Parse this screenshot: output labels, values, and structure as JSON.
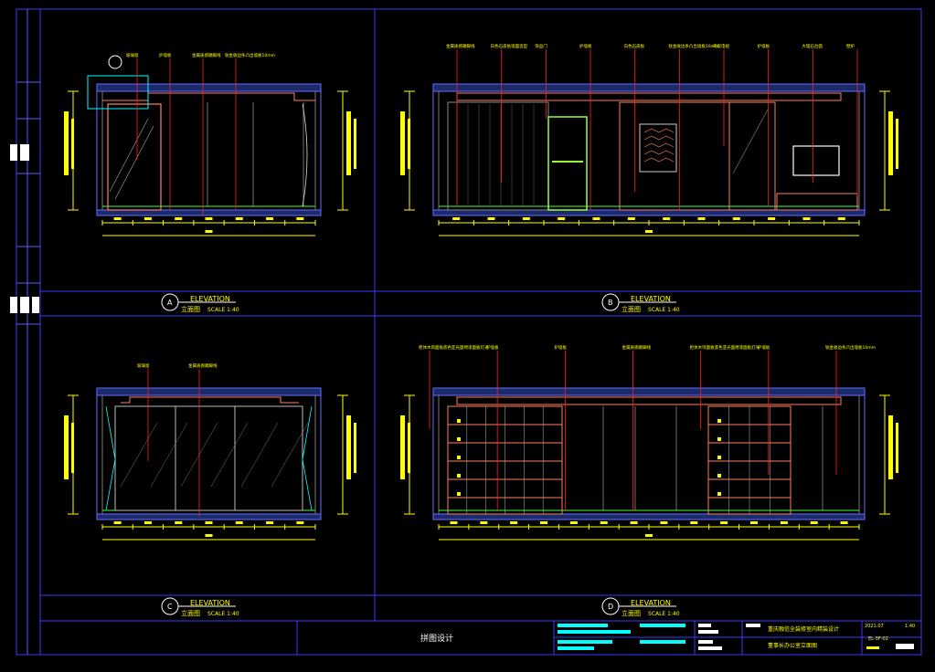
{
  "elevations": [
    {
      "id": "A",
      "title": "ELEVATION",
      "subtitle": "立面图",
      "scale": "SCALE 1:40",
      "annotations": [
        "玻璃窗",
        "护墙板",
        "金属质感踢脚线",
        "钛金收边条凸出墙板10mm"
      ]
    },
    {
      "id": "B",
      "title": "ELEVATION",
      "subtitle": "立面图",
      "scale": "SCALE 1:40",
      "annotations": [
        "金属质感踢脚线",
        "白色石皮板墙面造型",
        "饰品门",
        "护墙板",
        "白色石皮板",
        "钛金收边条凸出墙板10mm",
        "内嵌电视",
        "护墙板",
        "大理石台面",
        "壁炉"
      ]
    },
    {
      "id": "C",
      "title": "ELEVATION",
      "subtitle": "立面图",
      "scale": "SCALE 1:40",
      "annotations": [
        "玻璃窗",
        "金属质感踢脚线"
      ]
    },
    {
      "id": "D",
      "title": "ELEVATION",
      "subtitle": "立面图",
      "scale": "SCALE 1:40",
      "annotations": [
        "柜体木饰面板底色亚光面烤漆面板灯光",
        "护墙板",
        "护墙板",
        "金属质感踢脚线",
        "柜体木饰面板底色亚光面烤漆面板灯光",
        "护墙板",
        "钛金收边条凸出墙板10mm"
      ]
    }
  ],
  "titleblock": {
    "center_text": "拼图设计",
    "project": "重庆融信全装修室内精装设计",
    "drawing": "董事长办公室立面图",
    "date": "2021.07",
    "scale": "1:40",
    "number": "EL-3F-02"
  },
  "colors": {
    "frame": "#3a3aff",
    "annotation": "#ffff00",
    "leader": "#ff2020",
    "wall": "#ff8060",
    "cyan": "#00ffff",
    "green": "#40ff40"
  }
}
